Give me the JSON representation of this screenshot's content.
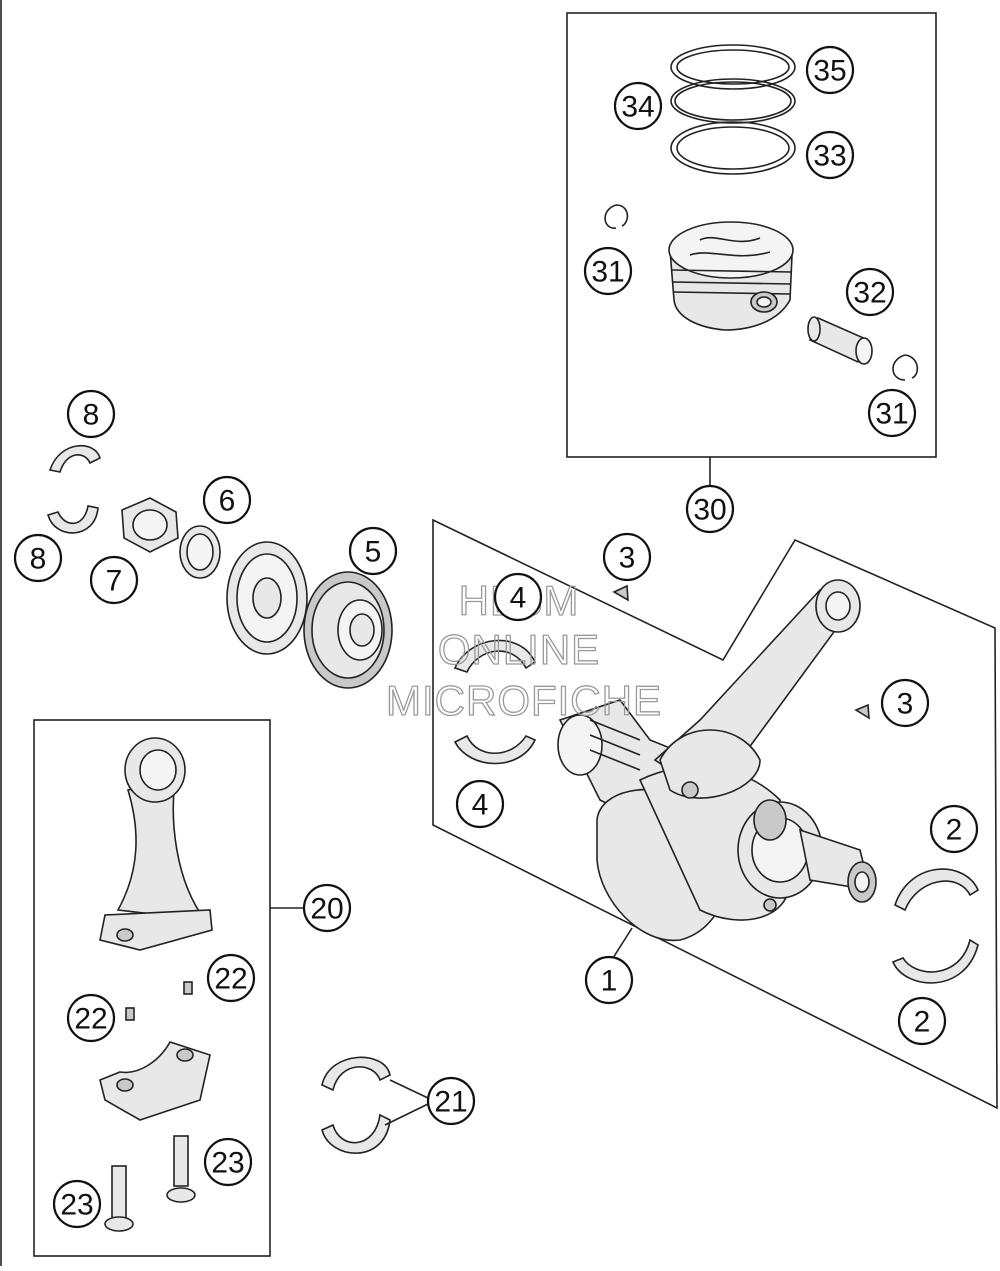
{
  "diagram": {
    "callouts": {
      "c1": "1",
      "c2a": "2",
      "c2b": "2",
      "c3a": "3",
      "c3b": "3",
      "c4a": "4",
      "c4b": "4",
      "c5": "5",
      "c6": "6",
      "c7": "7",
      "c8a": "8",
      "c8b": "8",
      "c20": "20",
      "c21": "21",
      "c22a": "22",
      "c22b": "22",
      "c23a": "23",
      "c23b": "23",
      "c30": "30",
      "c31a": "31",
      "c31b": "31",
      "c32": "32",
      "c33": "33",
      "c34": "34",
      "c35": "35"
    }
  },
  "watermark": {
    "line1": "HLSM",
    "line2": "ONLINE",
    "line3": "MICROFICHE"
  },
  "colors": {
    "stroke": "#222222",
    "part_fill": "#e8e8e8",
    "watermark": "#9a9a9a"
  }
}
